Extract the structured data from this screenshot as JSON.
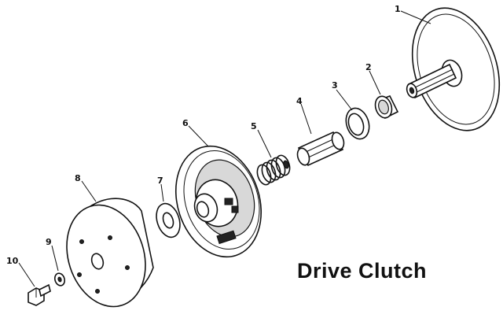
{
  "title": "Drive Clutch",
  "parts": [
    {
      "number": "1"
    },
    {
      "number": "2"
    },
    {
      "number": "3"
    },
    {
      "number": "4"
    },
    {
      "number": "5"
    },
    {
      "number": "6"
    },
    {
      "number": "7"
    },
    {
      "number": "8"
    },
    {
      "number": "9"
    },
    {
      "number": "10"
    }
  ]
}
